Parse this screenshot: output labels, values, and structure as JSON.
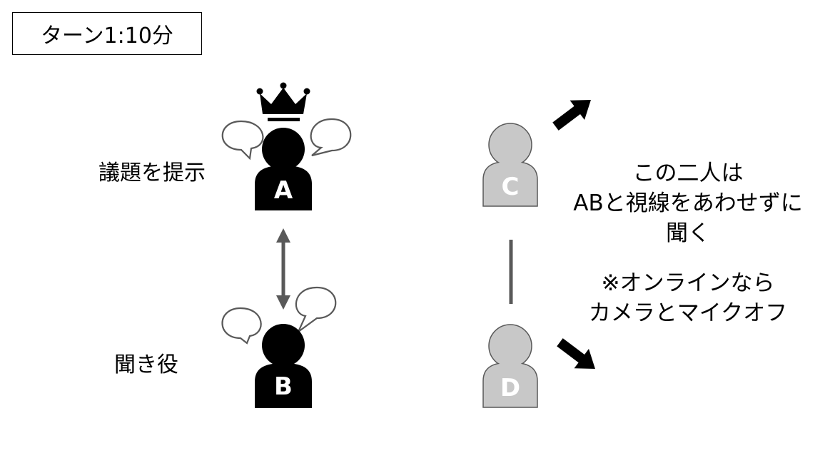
{
  "turn_box": {
    "text": "ターン1:10分"
  },
  "roles": {
    "a": {
      "letter": "A",
      "description": "議題を提示",
      "color": "#000000",
      "has_crown": true
    },
    "b": {
      "letter": "B",
      "description": "聞き役",
      "color": "#000000",
      "has_crown": false
    },
    "c": {
      "letter": "C",
      "color": "#c8c8c8"
    },
    "d": {
      "letter": "D",
      "color": "#c8c8c8"
    }
  },
  "notes": {
    "observer_line1": "この二人は",
    "observer_line2": "ABと視線をあわせずに",
    "observer_line3": "聞く",
    "online_line1": "※オンラインなら",
    "online_line2": "カメラとマイクオフ"
  },
  "colors": {
    "arrow_gray": "#595959",
    "connector_gray": "#595959",
    "outline": "#595959"
  },
  "icons": [
    "crown-icon",
    "speech-bubble-icon",
    "person-icon",
    "double-arrow-icon",
    "direction-arrow-icon"
  ]
}
